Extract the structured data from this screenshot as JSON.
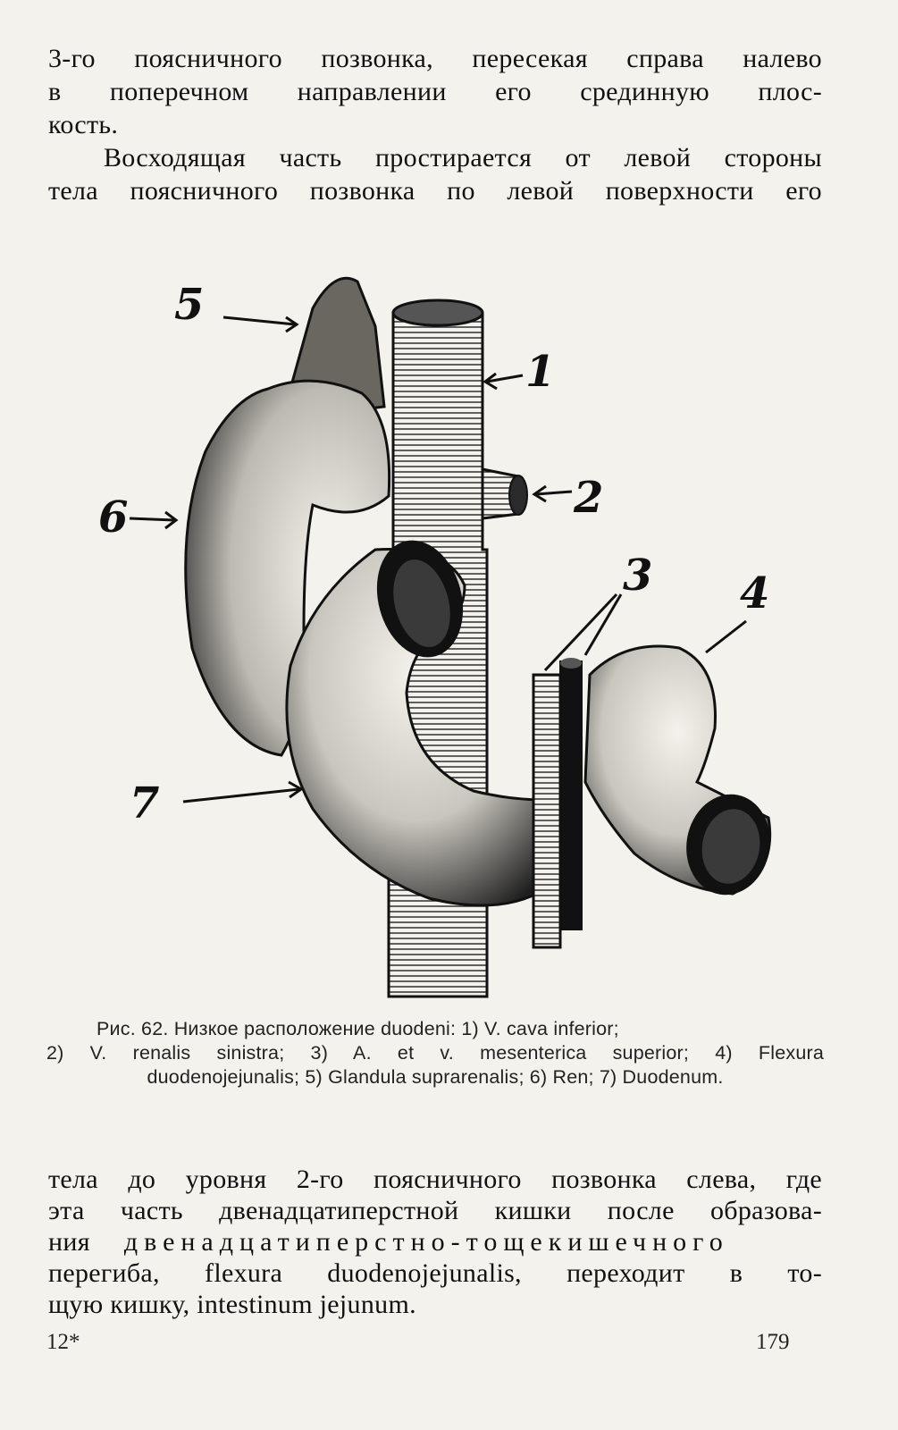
{
  "top_text": {
    "line1": "3-го поясничного позвонка, пересекая справа налево",
    "line2": "в поперечном направлении его срединную плос-",
    "line3": "кость.",
    "para2_line1": "Восходящая часть простирается от левой стороны",
    "para2_line2": "тела поясничного позвонка по левой поверхности его"
  },
  "figure": {
    "labels": {
      "l1": "1",
      "l2": "2",
      "l3": "3",
      "l4": "4",
      "l5": "5",
      "l6": "6",
      "l7": "7"
    }
  },
  "caption": {
    "line1": "Рис. 62. Низкое расположение duodeni: 1) V. cava inferior;",
    "line2": "2) V. renalis sinistra; 3) A. et v. mesenterica superior; 4) Flexura",
    "line3": "duodenojejunalis; 5) Glandula suprarenalis; 6) Ren; 7) Duodenum."
  },
  "bottom_text": {
    "line1": "тела до уровня 2-го поясничного позвонка слева, где",
    "line2": "эта часть двенадцатиперстной кишки после образова-",
    "line3a": "ния",
    "line3b": "двенадцатиперстно-тощекишечного",
    "line4": "перегиба, flexura duodenojejunalis, переходит в то-",
    "line5": "щую кишку, intestinum jejunum."
  },
  "footer": {
    "signature": "12*",
    "page_number": "179"
  }
}
